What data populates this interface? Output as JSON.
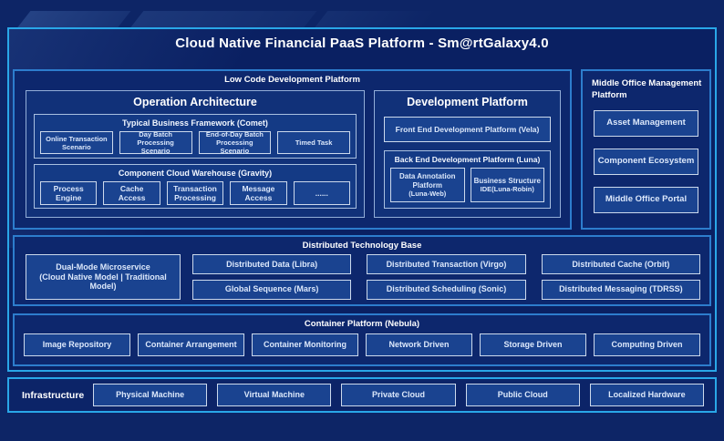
{
  "title": "Cloud Native Financial PaaS Platform - Sm@rtGalaxy4.0",
  "low_code": {
    "label": "Low Code Development Platform",
    "operation_architecture": {
      "title": "Operation Architecture",
      "comet": {
        "title": "Typical Business Framework (Comet)",
        "items": [
          "Online Transaction Scenario",
          "Day Batch Processing Scenario",
          "End-of-Day Batch Processing Scenario",
          "Timed Task"
        ]
      },
      "gravity": {
        "title": "Component Cloud Warehouse (Gravity)",
        "items": [
          "Process Engine",
          "Cache Access",
          "Transaction Processing",
          "Message Access",
          "......"
        ]
      }
    },
    "development_platform": {
      "title": "Development Platform",
      "front_end_label": "Front End Development Platform (Vela)",
      "back_end": {
        "title": "Back End Development Platform (Luna)",
        "items": [
          {
            "name": "Data Annotation Platform",
            "sub": "(Luna-Web)"
          },
          {
            "name": "Business Structure",
            "sub": "IDE(Luna-Robin)"
          }
        ]
      }
    }
  },
  "middle_office": {
    "title": "Middle Office Management Platform",
    "items": [
      "Asset Management",
      "Component Ecosystem",
      "Middle Office Portal"
    ]
  },
  "distributed_base": {
    "title": "Distributed Technology Base",
    "dual_mode": {
      "name": "Dual-Mode Microservice",
      "detail": "(Cloud Native Model | Traditional Model)"
    },
    "items": [
      "Distributed Data (Libra)",
      "Distributed Transaction (Virgo)",
      "Distributed Cache (Orbit)",
      "Global Sequence (Mars)",
      "Distributed Scheduling (Sonic)",
      "Distributed Messaging (TDRSS)"
    ]
  },
  "container_platform": {
    "title": "Container Platform (Nebula)",
    "items": [
      "Image Repository",
      "Container Arrangement",
      "Container Monitoring",
      "Network Driven",
      "Storage Driven",
      "Computing Driven"
    ]
  },
  "infrastructure": {
    "title": "Infrastructure",
    "items": [
      "Physical Machine",
      "Virtual Machine",
      "Private Cloud",
      "Public Cloud",
      "Localized Hardware"
    ]
  },
  "colors": {
    "background": "#0d2566",
    "outer_border": "#29a7e8",
    "section_border": "#2d7dcd",
    "leaf_border": "#ccd9ec",
    "leaf_fill": "#1a4390",
    "text": "#ffffff"
  }
}
